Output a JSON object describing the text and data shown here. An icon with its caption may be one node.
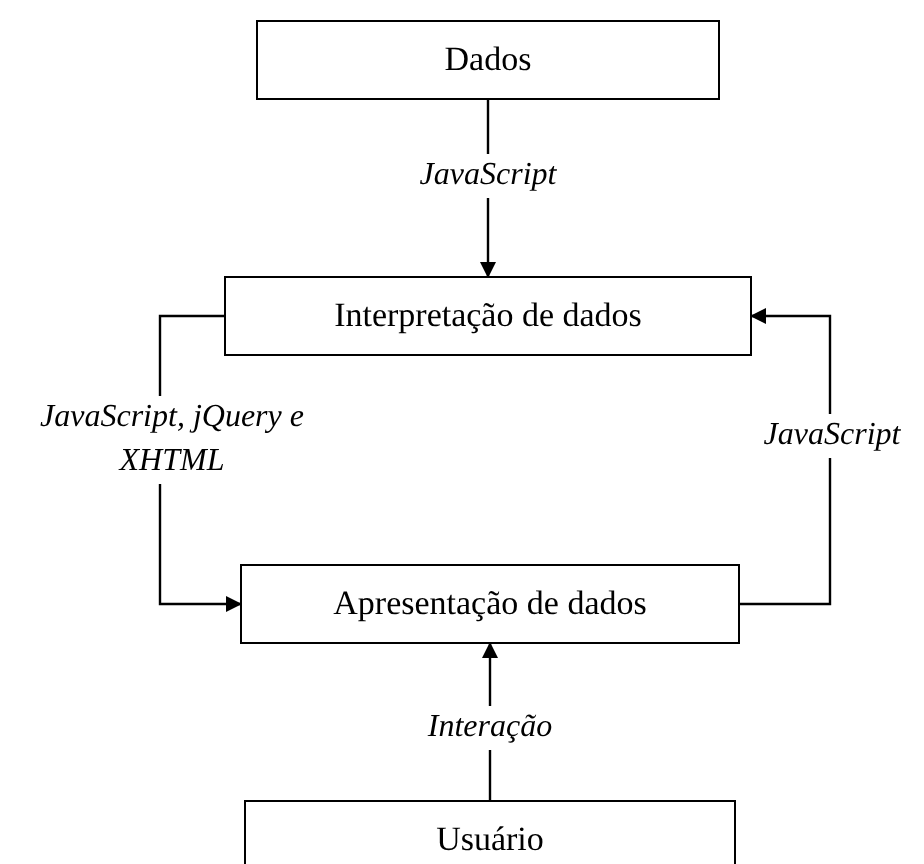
{
  "diagram": {
    "nodes": [
      {
        "text": [
          "Dados"
        ]
      },
      {
        "text": [
          "Interpretação de dados"
        ]
      },
      {
        "text": [
          "Apresentação de dados"
        ]
      },
      {
        "text": [
          "Usuário"
        ]
      }
    ],
    "edges": [
      {
        "from": 0,
        "to": 1,
        "arrow": "to",
        "label": "JavaScript"
      },
      {
        "from": 1,
        "to": 2,
        "arrow": "to",
        "label": "JavaScript, jQuery e XHTML"
      },
      {
        "from": 2,
        "to": 1,
        "arrow": "to",
        "label": "JavaScript"
      },
      {
        "from": 3,
        "to": 2,
        "arrow": "to",
        "label": "Interação"
      }
    ]
  }
}
